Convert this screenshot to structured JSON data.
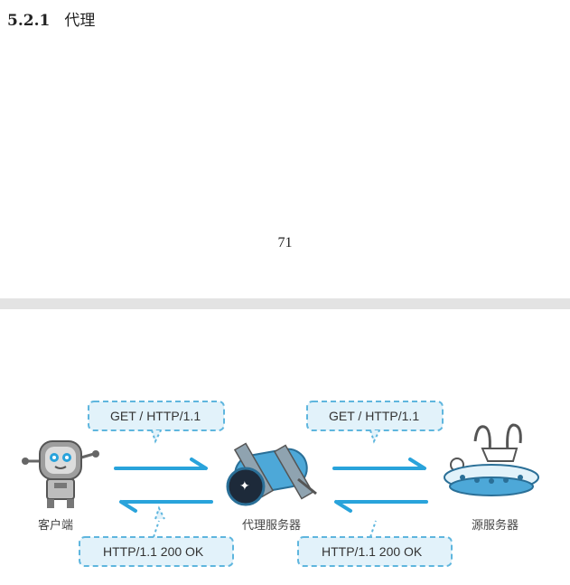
{
  "section": {
    "number": "5.2.1",
    "title": "代理"
  },
  "page_number": "71",
  "figure": {
    "request_label_left": "GET / HTTP/1.1",
    "request_label_right": "GET / HTTP/1.1",
    "response_label_left": "HTTP/1.1 200 OK",
    "response_label_right": "HTTP/1.1 200 OK",
    "client_label": "客户端",
    "proxy_label": "代理服务器",
    "origin_label": "源服务器",
    "colors": {
      "arrow": "#29a3db",
      "bubble_fill": "#e2f2fa",
      "bubble_border": "#5fb6de"
    }
  }
}
